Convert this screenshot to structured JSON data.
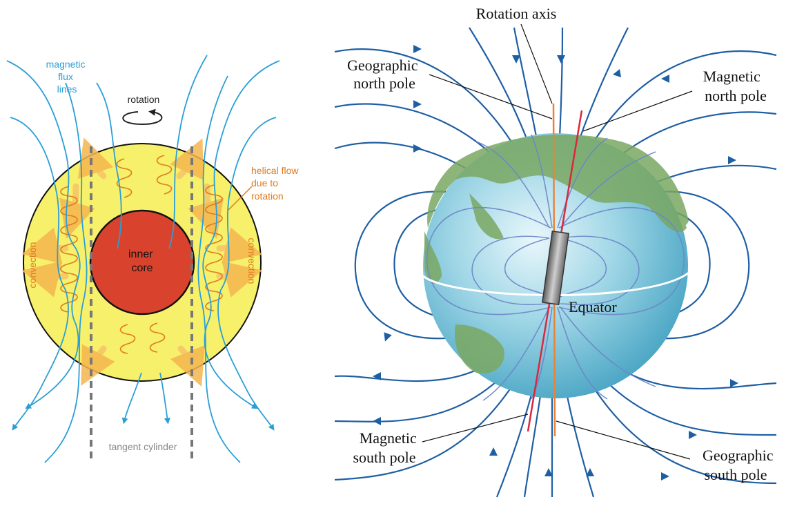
{
  "left_panel": {
    "labels": {
      "magnetic_flux": [
        "magnetic",
        "flux",
        "lines"
      ],
      "rotation": "rotation",
      "helical_flow": [
        "helical flow",
        "due to",
        "rotation"
      ],
      "inner_core": [
        "inner",
        "core"
      ],
      "convection_left": "convection",
      "convection_right": "convection",
      "tangent_cylinder": "tangent cylinder"
    }
  },
  "right_panel": {
    "labels": {
      "rotation_axis": "Rotation axis",
      "geographic_north": [
        "Geographic",
        "north pole"
      ],
      "magnetic_north": [
        "Magnetic",
        "north pole"
      ],
      "equator": "Equator",
      "magnetic_south": [
        "Magnetic",
        "south pole"
      ],
      "geographic_south": [
        "Geographic",
        "south pole"
      ]
    }
  },
  "colors": {
    "field_line": "#1e5fa3",
    "flux_line": "#2a9fd6",
    "helix": "#e07a1f",
    "outer_core": "#f7f06a",
    "inner_core": "#d9432e",
    "geo_axis": "#e8843a",
    "mag_axis": "#d8283f",
    "dashed": "#777777"
  }
}
